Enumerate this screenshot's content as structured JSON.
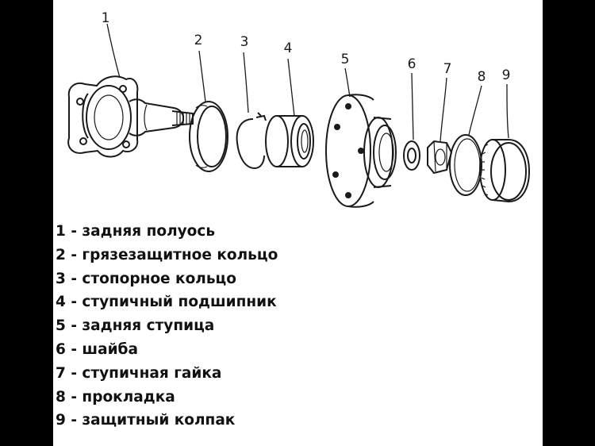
{
  "callouts": [
    "1",
    "2",
    "3",
    "4",
    "5",
    "6",
    "7",
    "8",
    "9"
  ],
  "legend": [
    "1 - задняя полуось",
    "2 - грязезащитное кольцо",
    "3 - стопорное кольцо",
    "4 - ступичный подшипник",
    "5 - задняя ступица",
    "6 - шайба",
    "7 - ступичная гайка",
    "8 - прокладка",
    "9 - защитный колпак"
  ],
  "colors": {
    "frame": "#000000",
    "paper": "#ffffff",
    "ink": "#1a1a1a"
  }
}
